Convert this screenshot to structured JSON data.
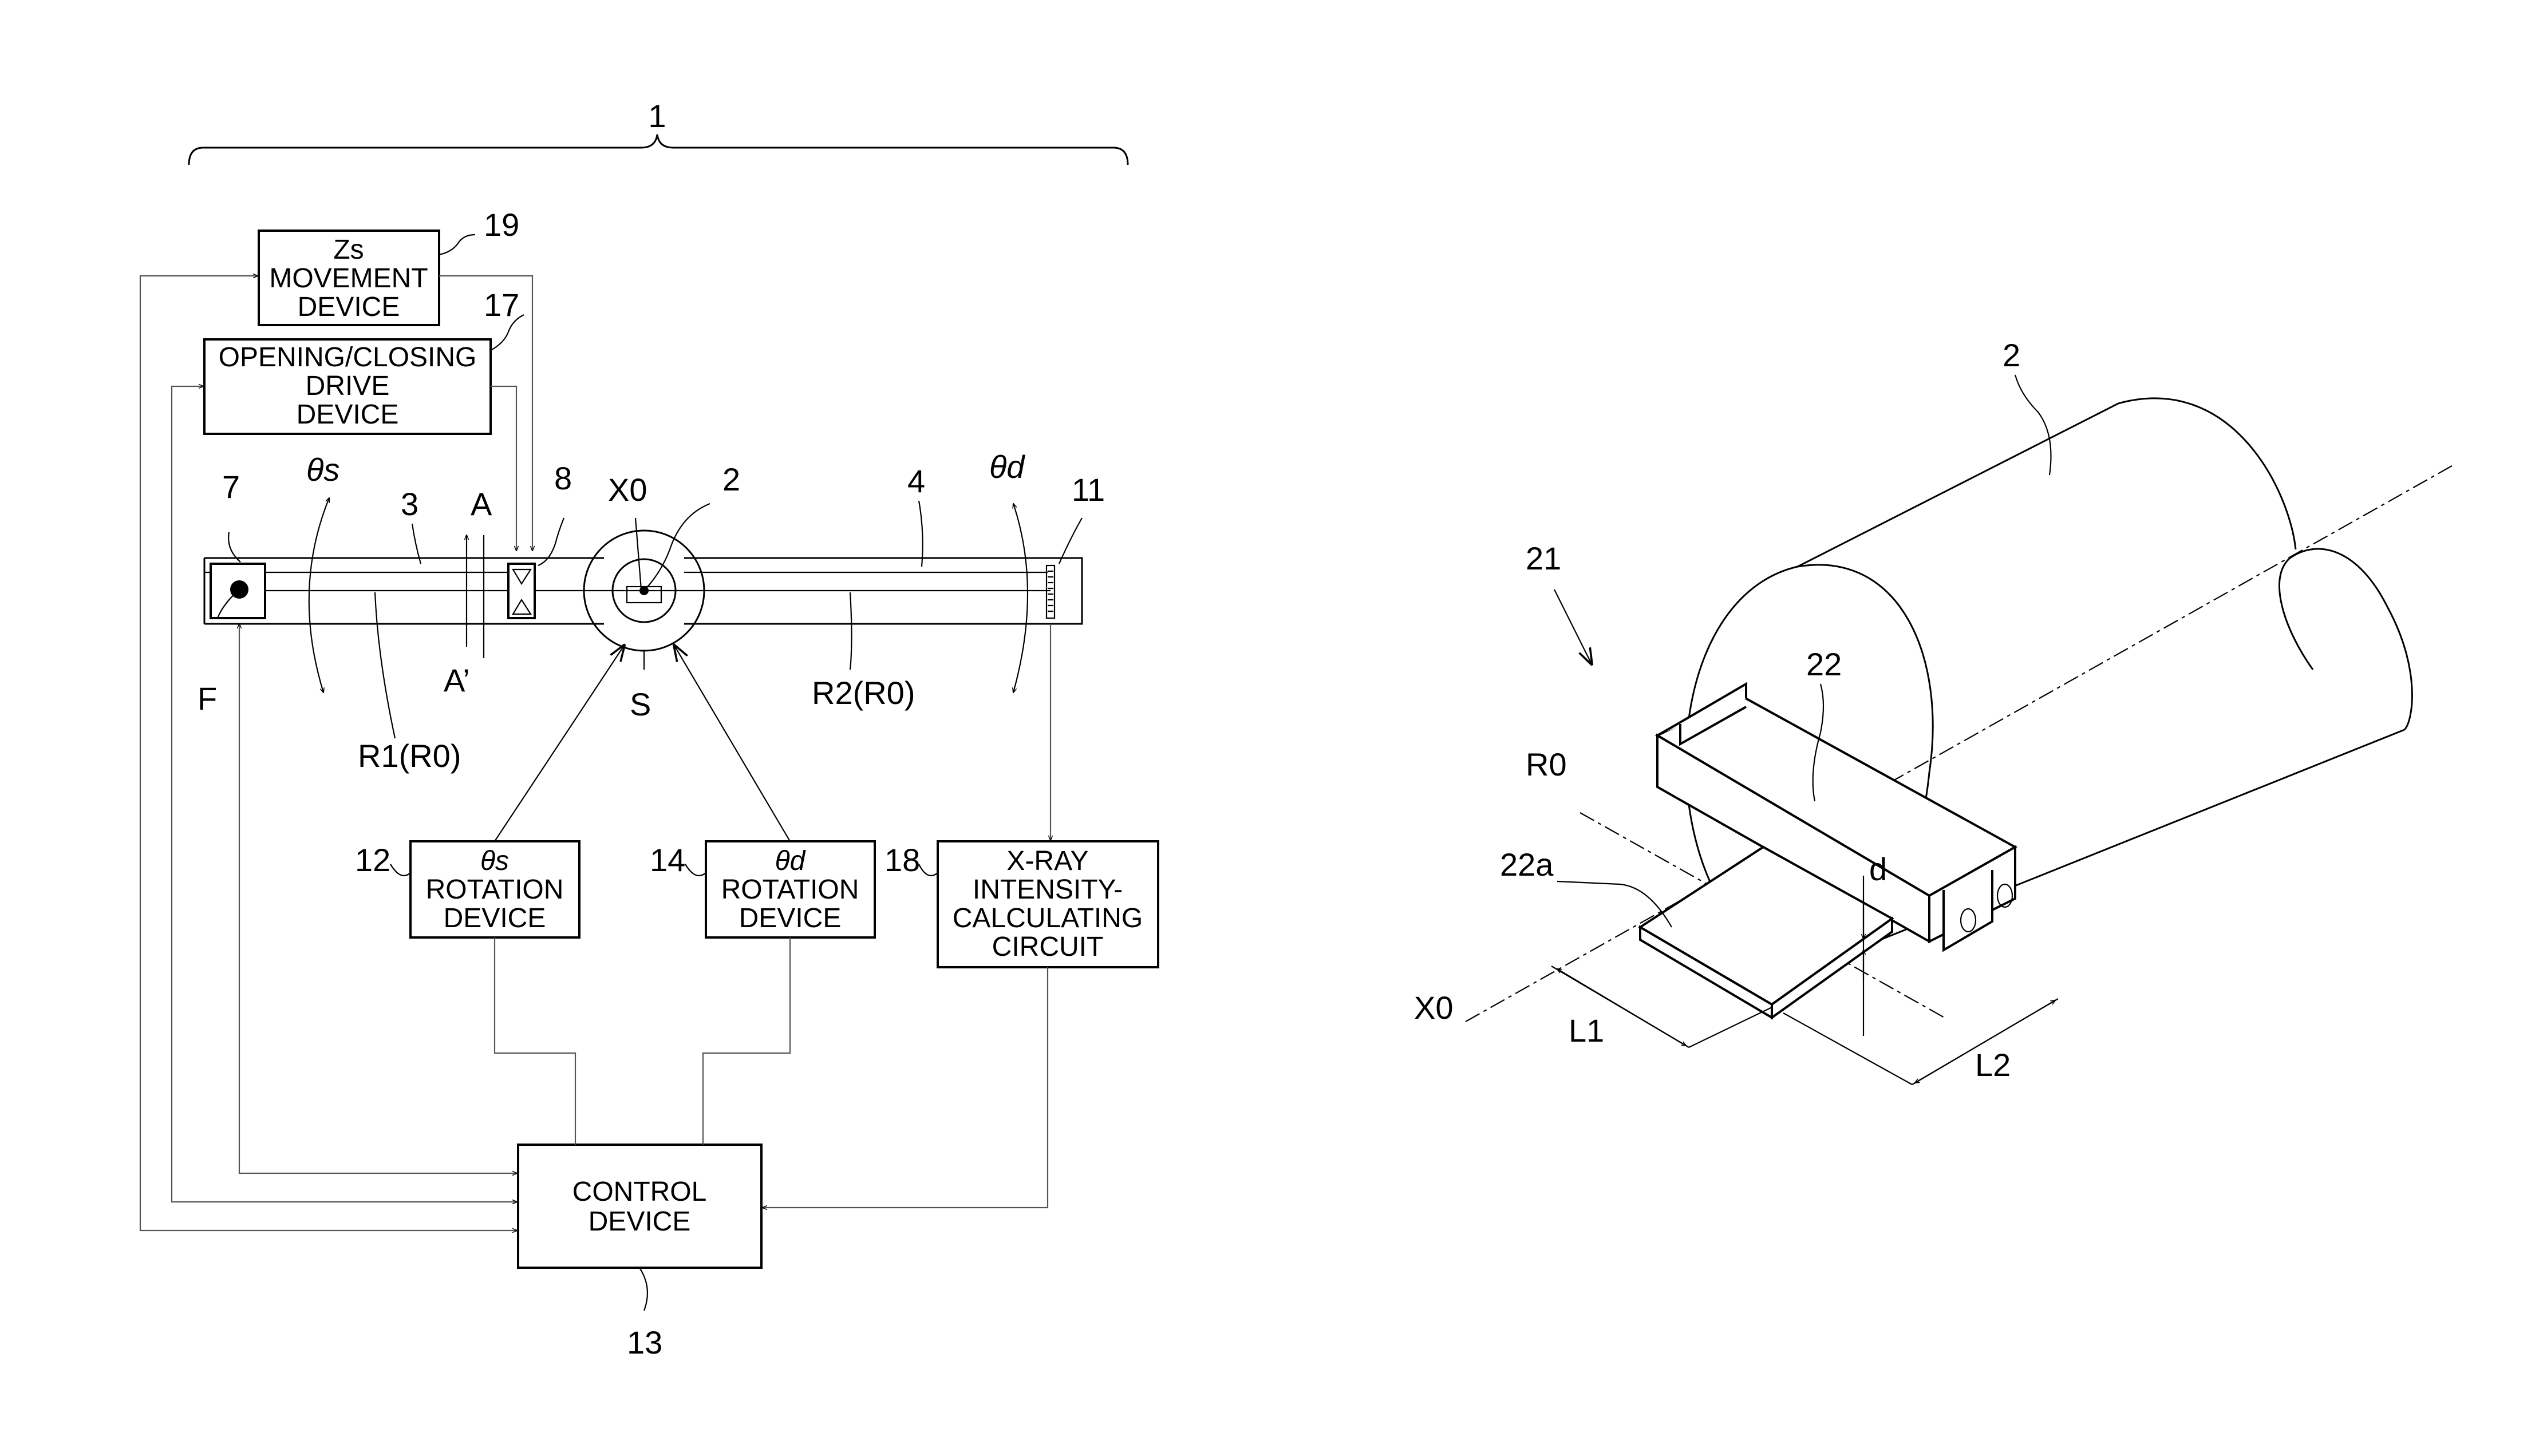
{
  "left_figure": {
    "ref_1": "1",
    "boxes": {
      "zs_movement": {
        "ref": "19",
        "lines": [
          "Zs",
          "MOVEMENT",
          "DEVICE"
        ]
      },
      "opening_closing": {
        "ref": "17",
        "lines": [
          "OPENING/CLOSING",
          "DRIVE",
          "DEVICE"
        ]
      },
      "theta_s_rotation": {
        "ref": "12",
        "lines": [
          "θs",
          "ROTATION",
          "DEVICE"
        ]
      },
      "theta_d_rotation": {
        "ref": "14",
        "lines": [
          "θd",
          "ROTATION",
          "DEVICE"
        ]
      },
      "xray_circuit": {
        "ref": "18",
        "lines": [
          "X-RAY",
          "INTENSITY-",
          "CALCULATING",
          "CIRCUIT"
        ]
      },
      "control": {
        "ref": "13",
        "lines": [
          "CONTROL",
          "DEVICE"
        ]
      }
    },
    "labels": {
      "ref_7": "7",
      "theta_s": "θs",
      "ref_3": "3",
      "A": "A",
      "ref_8": "8",
      "X0": "X0",
      "ref_2": "2",
      "ref_4": "4",
      "theta_d": "θd",
      "ref_11": "11",
      "F": "F",
      "A_prime": "A’",
      "S": "S",
      "R2": "R2(R0)",
      "R1": "R1(R0)"
    }
  },
  "right_figure": {
    "labels": {
      "ref_2": "2",
      "ref_21": "21",
      "ref_22": "22",
      "R0": "R0",
      "ref_22a": "22a",
      "d": "d",
      "X0": "X0",
      "L1": "L1",
      "L2": "L2"
    }
  }
}
